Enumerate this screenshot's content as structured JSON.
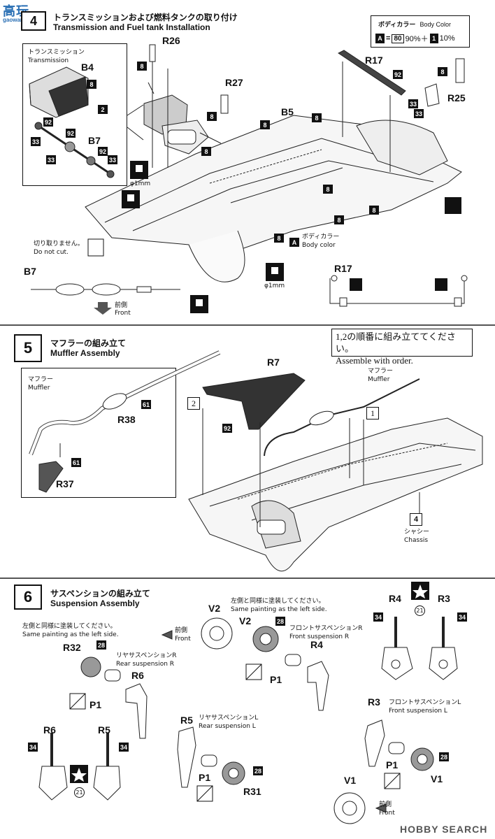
{
  "watermark_top": {
    "logo": "高玩",
    "url": "gaowan.com"
  },
  "step4": {
    "number": "4",
    "title_jp": "トランスミッションおよび燃料タンクの取り付け",
    "title_en": "Transmission and Fuel tank Installation",
    "body_color_box": {
      "title_jp": "ボディカラー",
      "title_en": "Body Color",
      "formula_a": "A",
      "formula_paint1": "80",
      "formula_pct1": "90%＋",
      "formula_paint2": "1",
      "formula_pct2": "10%"
    },
    "inset_transmission": {
      "jp": "トランスミッション",
      "en": "Transmission"
    },
    "parts": {
      "r26": "R26",
      "r27": "R27",
      "r17": "R17",
      "r25": "R25",
      "b4": "B4",
      "b5": "B5",
      "b7": "B7",
      "a_tag": "A",
      "b7_detail": "B7",
      "r17_detail": "R17"
    },
    "paint_tags": [
      "8",
      "8",
      "8",
      "8",
      "8",
      "8",
      "8",
      "8",
      "8",
      "92",
      "92",
      "92",
      "92",
      "33",
      "33",
      "33",
      "33",
      "33",
      "2",
      "8",
      "8"
    ],
    "drill_1": "φ1mm",
    "drill_2": "φ1mm",
    "do_not_cut": {
      "jp": "切り取りません。",
      "en": "Do not cut."
    },
    "body_color_note": {
      "jp": "ボディカラー",
      "en": "Body color"
    },
    "front": {
      "jp": "前側",
      "en": "Front"
    }
  },
  "step5": {
    "number": "5",
    "title_jp": "マフラーの組み立て",
    "title_en": "Muffler Assembly",
    "note_jp": "1,2の順番に組み立ててください。",
    "note_en": "Assemble with order.",
    "muffler_inset": {
      "jp": "マフラー",
      "en": "Muffler"
    },
    "muffler_main": {
      "jp": "マフラー",
      "en": "Muffler"
    },
    "parts": {
      "r7": "R7",
      "r38": "R38",
      "r37": "R37"
    },
    "tags": {
      "t61a": "61",
      "t61b": "61",
      "t92": "92"
    },
    "order1": "1",
    "order2": "2",
    "chassis_ref": {
      "num": "4",
      "jp": "シャシー",
      "en": "Chassis"
    }
  },
  "step6": {
    "number": "6",
    "title_jp": "サスペンションの組み立て",
    "title_en": "Suspension Assembly",
    "same_paint_1": {
      "jp": "左側と同様に塗装してください。",
      "en": "Same painting as the left side."
    },
    "same_paint_2": {
      "jp": "左側と同様に塗装してください。",
      "en": "Same painting as the left side."
    },
    "rear_r": {
      "jp": "リヤサスペンションR",
      "en": "Rear suspension R"
    },
    "rear_l": {
      "jp": "リヤサスペンションL",
      "en": "Rear suspension L"
    },
    "front_r": {
      "jp": "フロントサスペンションR",
      "en": "Front suspension R"
    },
    "front_l": {
      "jp": "フロントサスペンションL",
      "en": "Front suspension L"
    },
    "front1": {
      "jp": "前側",
      "en": "Front"
    },
    "front2": {
      "jp": "前側",
      "en": "Front"
    },
    "parts": {
      "v2a": "V2",
      "v2b": "V2",
      "r32": "R32",
      "r6a": "R6",
      "r4a": "R4",
      "r4b": "R4",
      "r3a": "R3",
      "r3b": "R3",
      "r6b": "R6",
      "r5a": "R5",
      "r5b": "R5",
      "p1a": "P1",
      "p1b": "P1",
      "p1c": "P1",
      "p1d": "P1",
      "r31": "R31",
      "v1a": "V1",
      "v1b": "V1"
    },
    "tags": {
      "t28a": "28",
      "t28b": "28",
      "t28c": "28",
      "t28d": "28",
      "t34a": "34",
      "t34b": "34",
      "t34c": "34",
      "t34d": "34",
      "t21a": "21",
      "t21b": "21"
    }
  },
  "watermark_bottom": "HOBBY SEARCH"
}
